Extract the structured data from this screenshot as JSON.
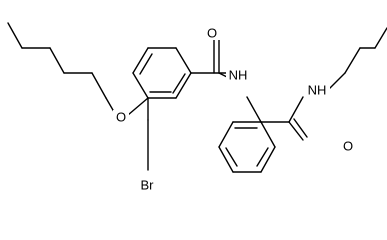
{
  "structure": {
    "atoms": {
      "o_carbonyl_left": "O",
      "nh_amide_left": "NH",
      "o_ether": "O",
      "br": "Br",
      "nh_amide_right": "NH",
      "o_carbonyl_right": "O"
    }
  }
}
